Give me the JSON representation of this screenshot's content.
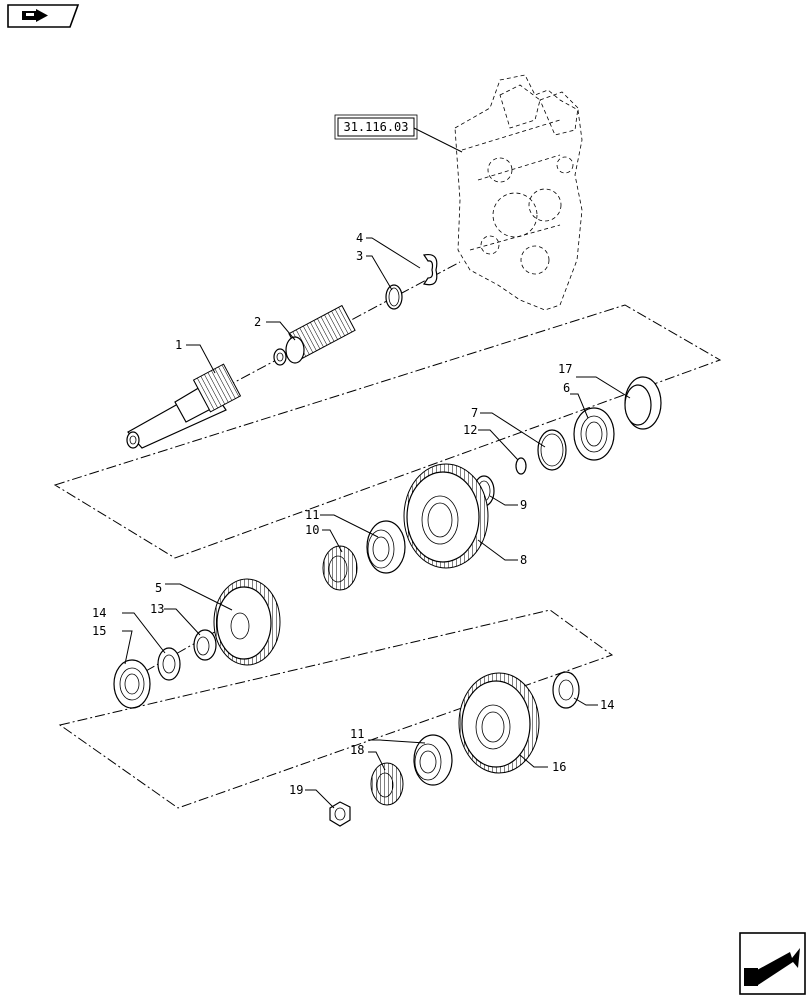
{
  "reference": {
    "label": "31.116.03"
  },
  "callouts": {
    "c1": "1",
    "c2": "2",
    "c3": "3",
    "c4": "4",
    "c5": "5",
    "c6": "6",
    "c7": "7",
    "c8": "8",
    "c9": "9",
    "c10": "10",
    "c11a": "11",
    "c11b": "11",
    "c12": "12",
    "c13": "13",
    "c14a": "14",
    "c14b": "14",
    "c15": "15",
    "c16": "16",
    "c17": "17",
    "c18": "18",
    "c19": "19"
  }
}
